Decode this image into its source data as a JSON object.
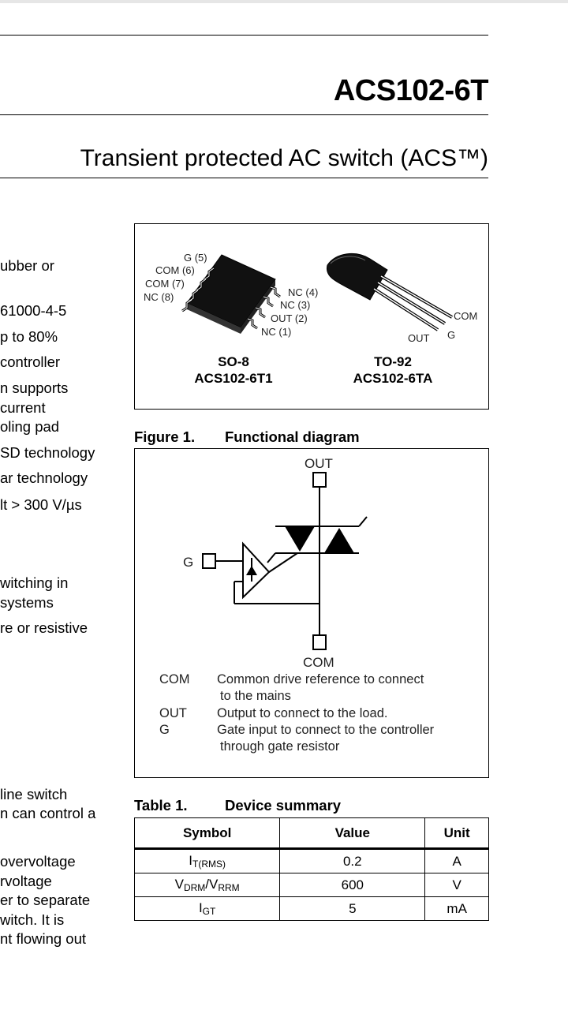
{
  "header": {
    "part_number": "ACS102-6T",
    "title": "Transient protected AC switch (ACS™)"
  },
  "left_column": {
    "lines": [
      "ubber or",
      "61000-4-5",
      "p to 80%",
      "controller",
      "n supports",
      " current",
      "oling pad",
      "SD technology",
      "ar technology",
      "lt > 300 V/µs",
      "witching in",
      " systems",
      "re or resistive",
      "line switch",
      "n can control a",
      "overvoltage",
      "rvoltage",
      "er to separate",
      "witch. It is",
      "nt flowing out"
    ]
  },
  "packages": {
    "so8": {
      "name": "SO-8",
      "part": "ACS102-6T1",
      "pins_left": [
        "G (5)",
        "COM (6)",
        "COM (7)",
        "NC (8)"
      ],
      "pins_right": [
        "NC (4)",
        "NC (3)",
        "OUT (2)",
        "NC (1)"
      ]
    },
    "to92": {
      "name": "TO-92",
      "part": "ACS102-6TA",
      "pins": [
        "COM",
        "OUT",
        "G"
      ]
    }
  },
  "figure1": {
    "number": "Figure 1.",
    "title": "Functional diagram",
    "terminals": {
      "out": "OUT",
      "com": "COM",
      "gate": "G"
    },
    "legend": [
      {
        "key": "COM",
        "desc": "Common drive reference to connect",
        "cont": "to the mains"
      },
      {
        "key": "OUT",
        "desc": "Output to connect to the load.",
        "cont": ""
      },
      {
        "key": "G",
        "desc": "Gate input to connect to the controller",
        "cont": "through gate resistor"
      }
    ]
  },
  "table1": {
    "number": "Table 1.",
    "title": "Device summary",
    "headers": [
      "Symbol",
      "Value",
      "Unit"
    ],
    "rows": [
      {
        "symbol_main": "I",
        "symbol_sub": "T(RMS)",
        "symbol_main2": "",
        "symbol_sub2": "",
        "value": "0.2",
        "unit": "A"
      },
      {
        "symbol_main": "V",
        "symbol_sub": "DRM",
        "symbol_main2": "/V",
        "symbol_sub2": "RRM",
        "value": "600",
        "unit": "V"
      },
      {
        "symbol_main": "I",
        "symbol_sub": "GT",
        "symbol_main2": "",
        "symbol_sub2": "",
        "value": "5",
        "unit": "mA"
      }
    ]
  }
}
